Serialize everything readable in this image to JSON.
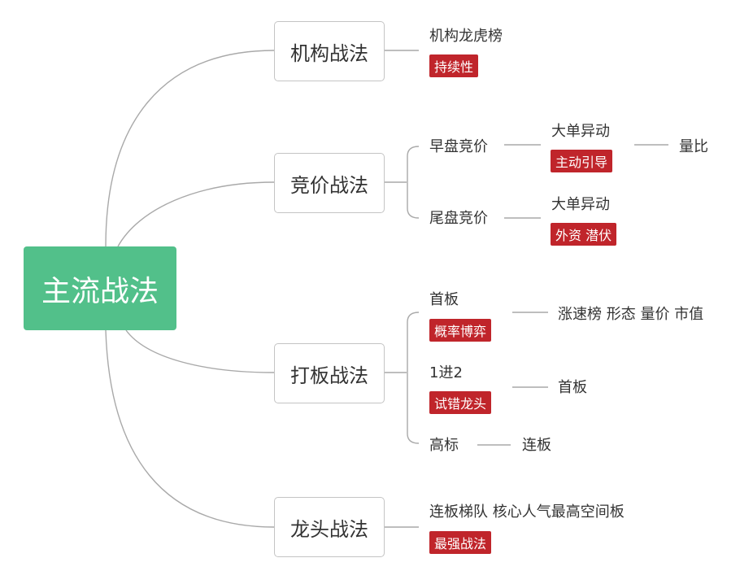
{
  "root": "主流战法",
  "branches": {
    "jigou": {
      "label": "机构战法",
      "item": "机构龙虎榜",
      "tag": "持续性"
    },
    "jingjia": {
      "label": "竞价战法",
      "zaopan": {
        "label": "早盘竞价",
        "sub": "大单异动",
        "tag": "主动引导",
        "leaf": "量比"
      },
      "weipan": {
        "label": "尾盘竞价",
        "sub": "大单异动",
        "tag": "外资 潜伏"
      }
    },
    "daban": {
      "label": "打板战法",
      "shouban": {
        "label": "首板",
        "tag": "概率博弈",
        "leaf": "涨速榜 形态 量价 市值"
      },
      "yijiner": {
        "label": "1进2",
        "tag": "试错龙头",
        "leaf": "首板"
      },
      "gaobiao": {
        "label": "高标",
        "leaf": "连板"
      }
    },
    "longtou": {
      "label": "龙头战法",
      "item": "连板梯队 核心人气最高空间板",
      "tag": "最强战法"
    }
  }
}
